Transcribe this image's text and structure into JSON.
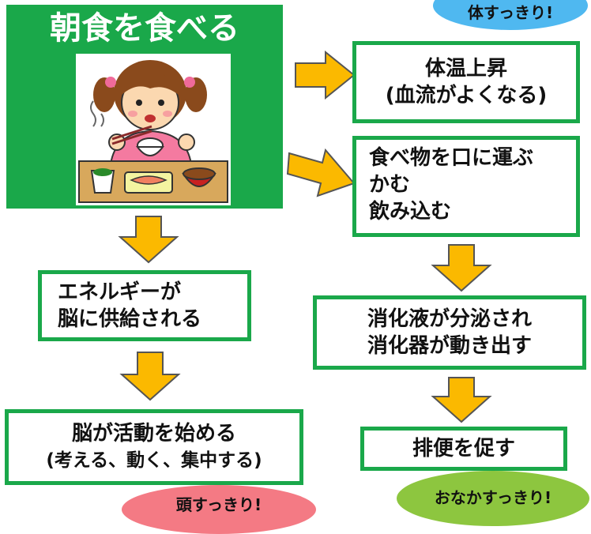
{
  "main": {
    "title": "朝食を食べる"
  },
  "ovals": {
    "top_right": {
      "text": "体すっきり!",
      "color": "#4fb8f0"
    },
    "bottom_left": {
      "text": "頭すっきり!",
      "color": "#f47a84"
    },
    "bottom_right": {
      "text": "おなかすっきり!",
      "color": "#8dc63f"
    }
  },
  "boxes": {
    "body_temp": {
      "line1": "体温上昇",
      "line2": "(血流がよくなる)"
    },
    "eating": {
      "line1": "食べ物を口に運ぶ",
      "line2": "かむ",
      "line3": "飲み込む"
    },
    "energy": {
      "line1": "エネルギーが",
      "line2": "脳に供給される"
    },
    "digestive": {
      "line1": "消化液が分泌され",
      "line2": "消化器が動き出す"
    },
    "brain": {
      "line1": "脳が活動を始める",
      "line2": "(考える、動く、集中する)"
    },
    "defecation": {
      "line1": "排便を促す"
    }
  },
  "colors": {
    "green": "#1aa84a",
    "arrow_fill": "#fbb900",
    "arrow_stroke": "#555555"
  }
}
